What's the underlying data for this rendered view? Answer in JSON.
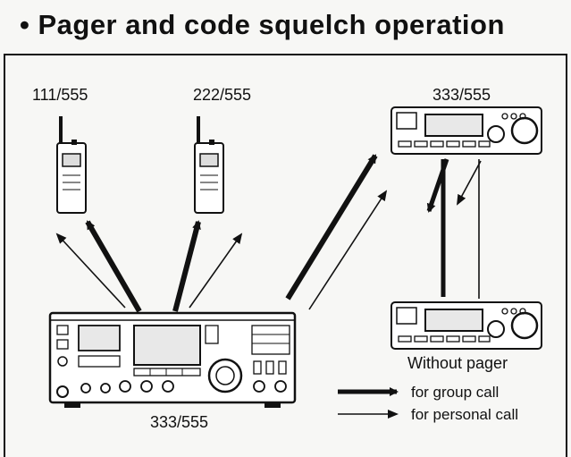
{
  "title": "• Pager and code squelch operation",
  "stations": {
    "handheld_left": "111/555",
    "handheld_right": "222/555",
    "mobile_top": "333/555",
    "base": "333/555",
    "mobile_bottom": "Without pager"
  },
  "legend": {
    "group": "for group call",
    "personal": "for personal call"
  }
}
